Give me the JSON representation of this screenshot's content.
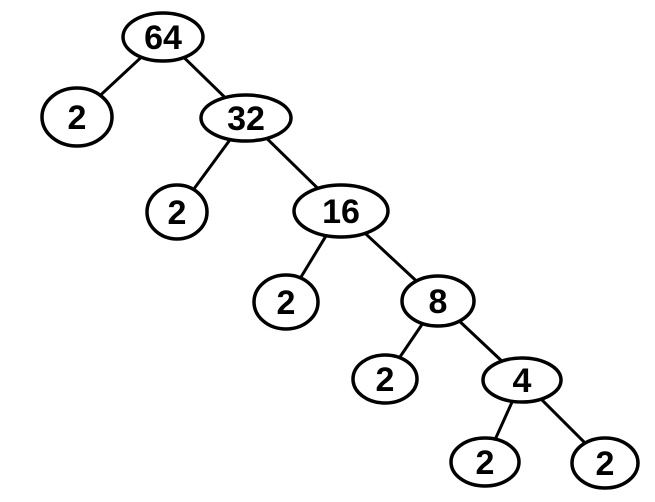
{
  "factor_tree": {
    "nodes": [
      {
        "id": "n64",
        "label": "64",
        "children": [
          "n2a",
          "n32"
        ]
      },
      {
        "id": "n2a",
        "label": "2"
      },
      {
        "id": "n32",
        "label": "32",
        "children": [
          "n2b",
          "n16"
        ]
      },
      {
        "id": "n2b",
        "label": "2"
      },
      {
        "id": "n16",
        "label": "16",
        "children": [
          "n2c",
          "n8"
        ]
      },
      {
        "id": "n2c",
        "label": "2"
      },
      {
        "id": "n8",
        "label": "8",
        "children": [
          "n2d",
          "n4"
        ]
      },
      {
        "id": "n2d",
        "label": "2"
      },
      {
        "id": "n4",
        "label": "4",
        "children": [
          "n2e",
          "n2f"
        ]
      },
      {
        "id": "n2e",
        "label": "2"
      },
      {
        "id": "n2f",
        "label": "2"
      }
    ]
  }
}
